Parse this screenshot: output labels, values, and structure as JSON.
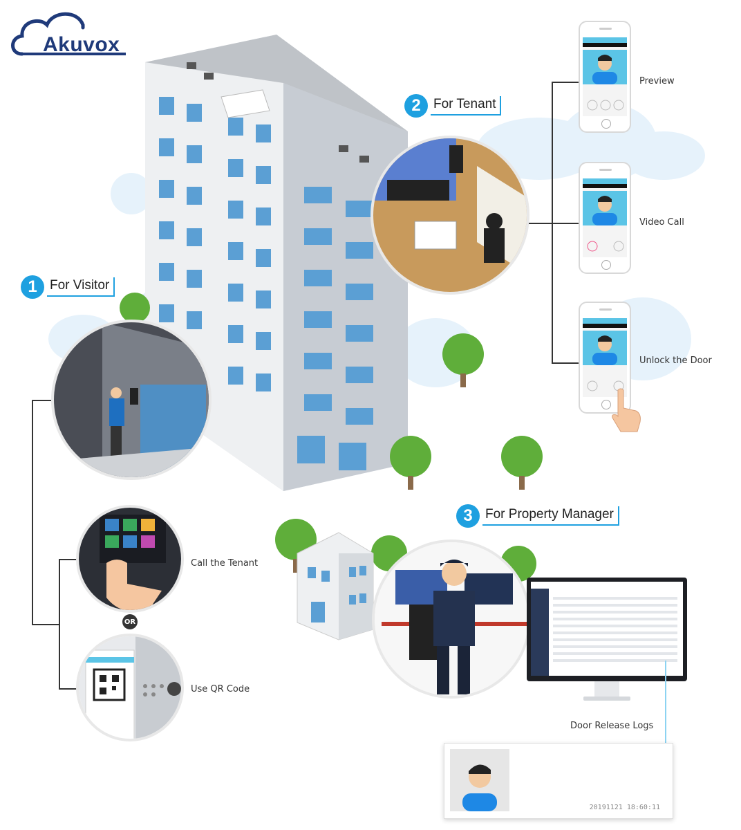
{
  "brand": {
    "name": "Akuvox"
  },
  "sections": {
    "visitor": {
      "number": "1",
      "label": "For Visitor"
    },
    "tenant": {
      "number": "2",
      "label": "For Tenant"
    },
    "manager": {
      "number": "3",
      "label": "For Property Manager"
    }
  },
  "tenant_phones": [
    {
      "caption": "Preview"
    },
    {
      "caption": "Video Call"
    },
    {
      "caption": "Unlock the Door"
    }
  ],
  "visitor_methods": {
    "call": "Call the Tenant",
    "or": "OR",
    "qr": "Use QR Code"
  },
  "manager_logs": {
    "caption": "Door Release Logs",
    "timestamp": "20191121  18:60:11"
  },
  "colors": {
    "accent": "#1ea0e0",
    "logo": "#1f3a7a",
    "sky": "#e3f1fb",
    "tree": "#5fae3a"
  }
}
